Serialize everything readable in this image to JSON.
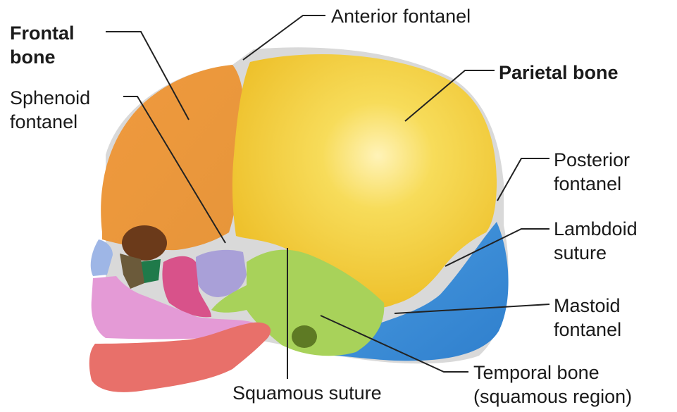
{
  "labels": {
    "frontal_bone": [
      "Frontal",
      "bone"
    ],
    "anterior_fontanel": "Anterior fontanel",
    "parietal_bone": "Parietal bone",
    "sphenoid_fontanel": [
      "Sphenoid",
      "fontanel"
    ],
    "posterior_fontanel": [
      "Posterior",
      "fontanel"
    ],
    "lambdoid_suture": [
      "Lambdoid",
      "suture"
    ],
    "mastoid_fontanel": [
      "Mastoid",
      "fontanel"
    ],
    "squamous_suture": "Squamous suture",
    "temporal_bone": [
      "Temporal bone",
      "(squamous region)"
    ]
  },
  "colors": {
    "frontal": "#f0a24a",
    "parietal": "#f5d23c",
    "occipital": "#3a8fd6",
    "temporal": "#a8d25a",
    "sphenoid": "#a9a0d8",
    "zygomatic": "#d8528a",
    "maxilla": "#e49ad6",
    "mandible": "#e8706a",
    "nasal": "#9eb6e6",
    "membrane": "#dcdcdc",
    "leader_line": "#222222"
  }
}
